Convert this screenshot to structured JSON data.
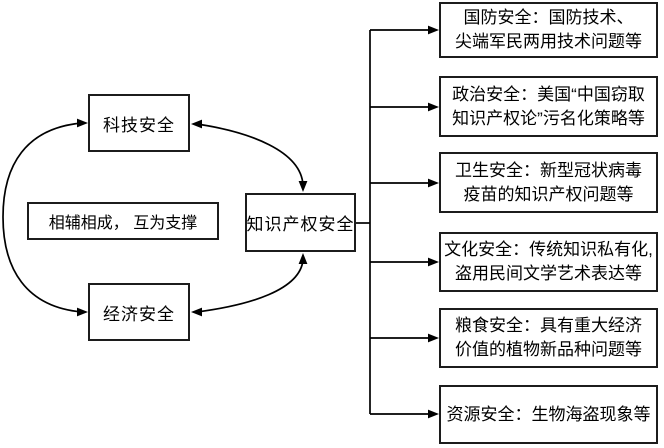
{
  "diagram": {
    "center_note": {
      "label": "相辅相成， 互为支撑"
    },
    "nodes": {
      "tech": {
        "label": "科技安全"
      },
      "econ": {
        "label": "经济安全"
      },
      "ip": {
        "label": "知识产权安全"
      }
    },
    "branches": [
      {
        "line1": "国防安全：国防技术、",
        "line2": "尖端军民两用技术问题等"
      },
      {
        "line1": "政治安全：美国“中国窃取",
        "line2": "知识产权论”污名化策略等"
      },
      {
        "line1": "卫生安全：新型冠状病毒",
        "line2": "疫苗的知识产权问题等"
      },
      {
        "line1": "文化安全：传统知识私有化,",
        "line2": "盗用民间文学艺术表达等"
      },
      {
        "line1": "粮食安全：具有重大经济",
        "line2": "价值的植物新品种问题等"
      },
      {
        "line1": "资源安全：生物海盗现象等"
      }
    ],
    "colors": {
      "line": "#000000",
      "background": "#ffffff",
      "text": "#000000"
    }
  }
}
